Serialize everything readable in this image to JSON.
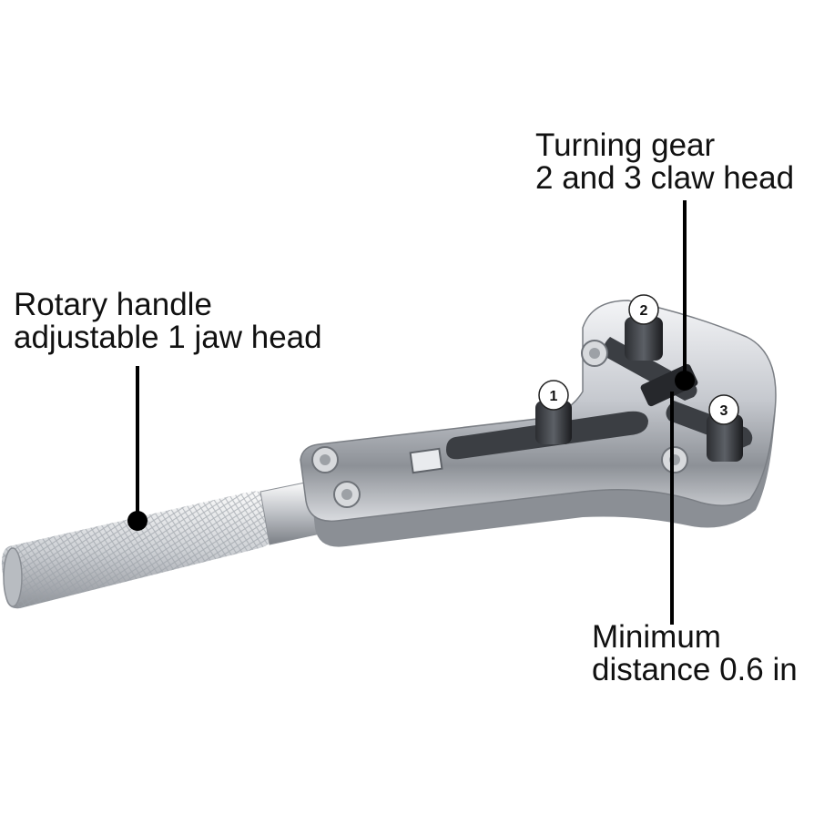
{
  "callouts": {
    "handle": {
      "line1": "Rotary handle",
      "line2": "adjustable 1 jaw head"
    },
    "gear": {
      "line1": "Turning gear",
      "line2": "2 and 3 claw head"
    },
    "minimum": {
      "line1": "Minimum",
      "line2": "distance 0.6 in"
    }
  },
  "jaw_numbers": {
    "jaw1": "1",
    "jaw2": "2",
    "jaw3": "3"
  },
  "colors": {
    "background": "#ffffff",
    "text": "#111111",
    "steel": "#c9ccd2",
    "steel_dark": "#6f7379",
    "callout_line": "#000000"
  }
}
